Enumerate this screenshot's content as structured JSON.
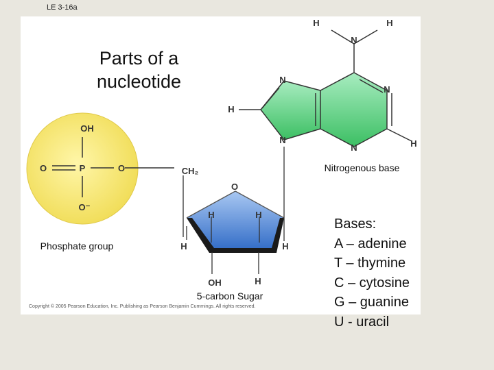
{
  "slide_label": "LE 3-16a",
  "title": "Parts of a nucleotide",
  "captions": {
    "phosphate": "Phosphate group",
    "sugar": "5-carbon Sugar",
    "base": "Nitrogenous base"
  },
  "copyright": "Copyright © 2005 Pearson Education, Inc. Publishing as Pearson Benjamin Cummings. All rights reserved.",
  "atoms": {
    "phosphate": {
      "oh": "OH",
      "p": "P",
      "o_left": "O",
      "o_right": "O",
      "o_minus": "O⁻"
    },
    "sugar": {
      "ch2": "CH₂",
      "ring_o": "O",
      "h1": "H",
      "h2": "H",
      "h_left": "H",
      "h_right": "H",
      "oh": "OH",
      "h_bottom": "H"
    },
    "base": {
      "n_top": "N",
      "h_amine_left": "H",
      "h_amine_right": "H",
      "n_five_top": "N",
      "n_six_right": "N",
      "n_five_bottom": "N",
      "n_six_bottom": "N",
      "h_left": "H",
      "h_right": "H"
    }
  },
  "colors": {
    "phosphate_fill": "#f5e66a",
    "sugar_fill": "#4a82d4",
    "base_fill": "#5fcf7e"
  },
  "legend": {
    "heading": "Bases:",
    "items": [
      "A – adenine",
      "T – thymine",
      "C – cytosine",
      "G – guanine",
      "U - uracil"
    ]
  }
}
